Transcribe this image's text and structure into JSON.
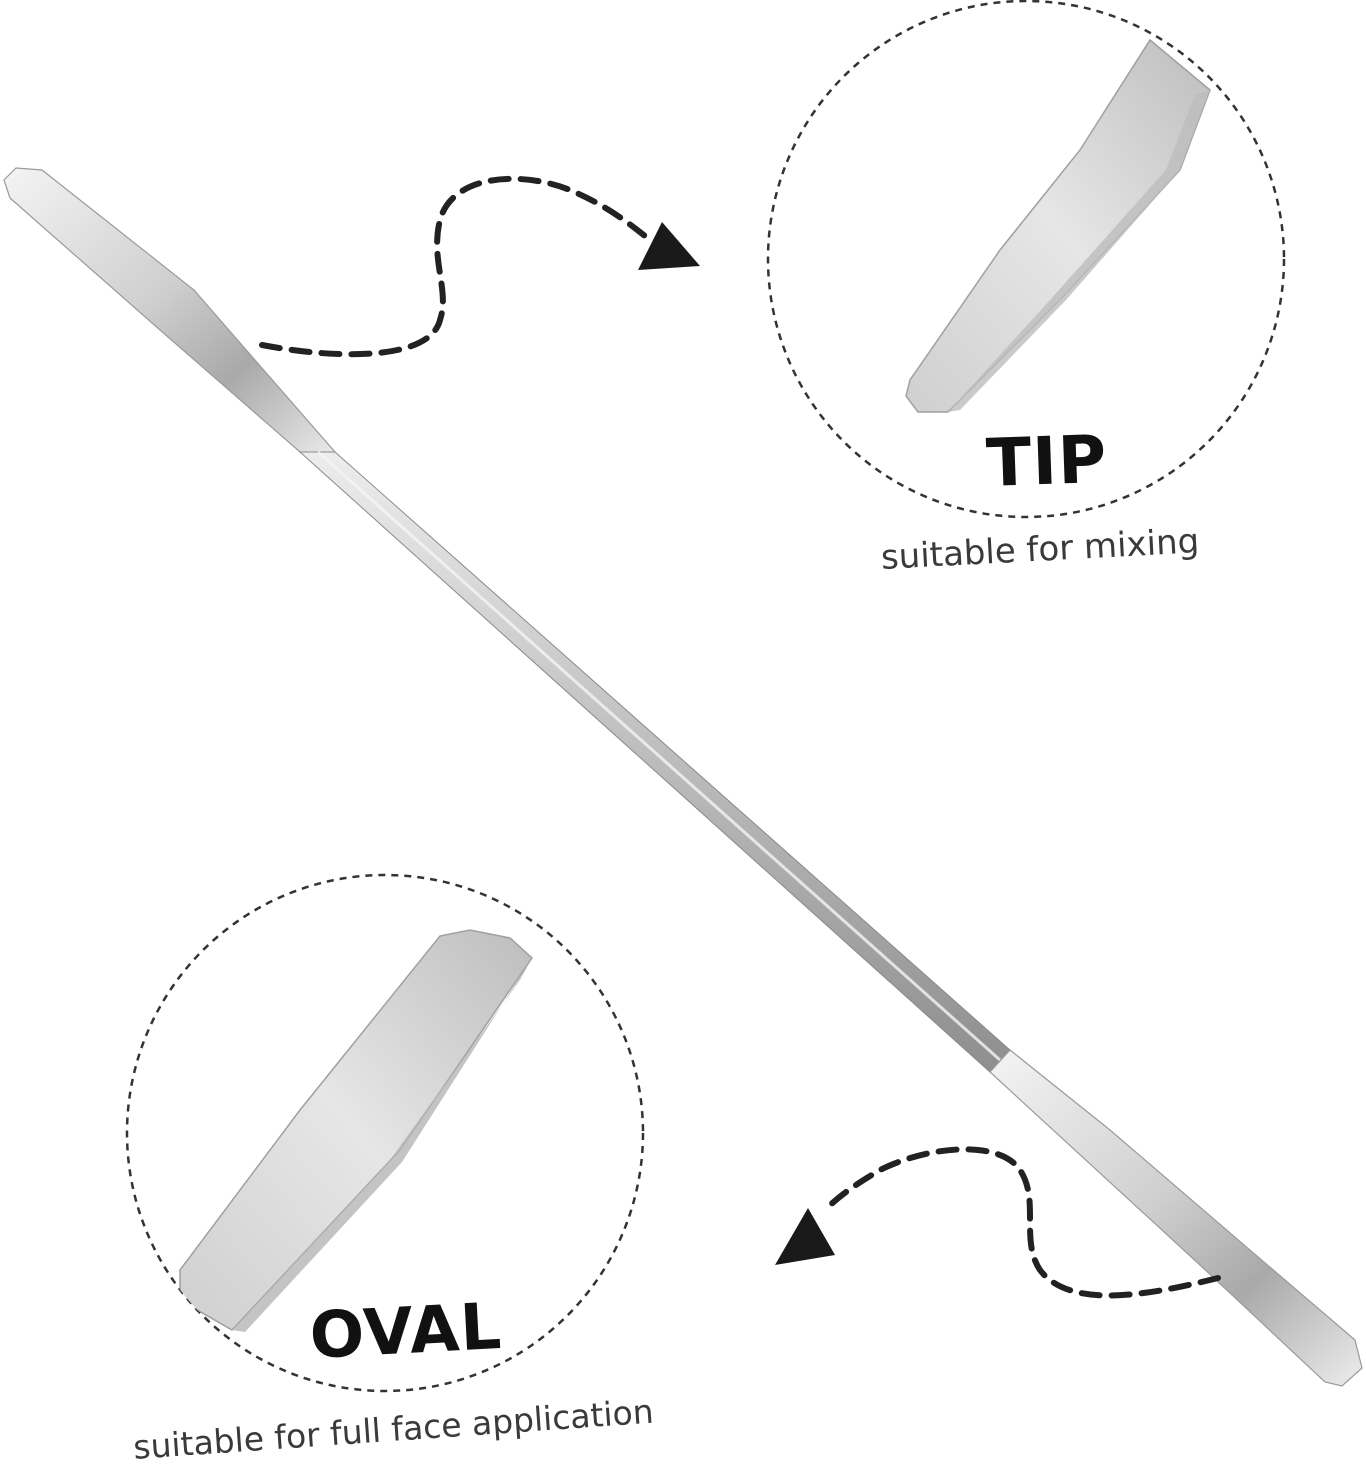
{
  "product": {
    "name": "double-ended stainless steel spatula",
    "metal_colors": [
      "#f2f2f2",
      "#c9c9c9",
      "#9a9a9a",
      "#7d7d7d"
    ]
  },
  "callouts": {
    "tip": {
      "title": "TIP",
      "caption": "suitable for mixing"
    },
    "oval": {
      "title": "OVAL",
      "caption": "suitable for full face application"
    }
  },
  "style": {
    "dash_color": "#222222",
    "text_color": "#111111",
    "caption_color": "#3a3a3a"
  }
}
